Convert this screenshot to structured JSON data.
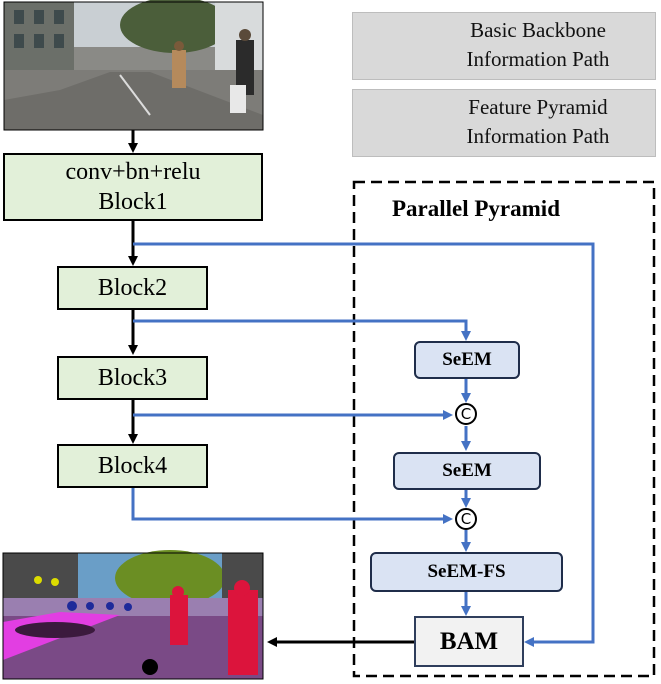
{
  "legend": {
    "backbone_line1": "Basic Backbone",
    "backbone_line2": "Information Path",
    "pyramid_line1": "Feature Pyramid",
    "pyramid_line2": "Information Path"
  },
  "colors": {
    "backbone": "#000000",
    "pyramid": "#4472c4",
    "block_fill": "#e2f0d9",
    "module_fill": "#dae3f3"
  },
  "backbone": {
    "block1_line1": "conv+bn+relu",
    "block1_line2": "Block1",
    "block2": "Block2",
    "block3": "Block3",
    "block4": "Block4"
  },
  "pyramid": {
    "title": "Parallel Pyramid",
    "seem1": "SeEM",
    "seem2": "SeEM",
    "seem3": "SeEM-FS",
    "bam": "BAM",
    "concat_symbol": "C"
  }
}
